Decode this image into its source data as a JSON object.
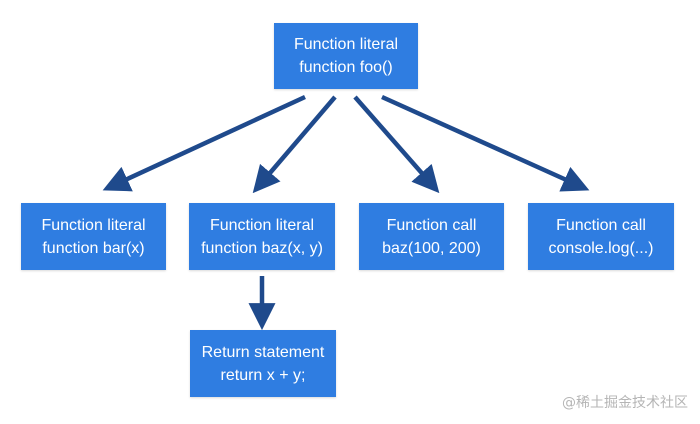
{
  "colors": {
    "node_fill": "#2f7de1",
    "node_text": "#ffffff",
    "edge": "#1f4a8c",
    "watermark": "#b5b5b5"
  },
  "nodes": {
    "root": {
      "line1": "Function literal",
      "line2": "function foo()"
    },
    "bar": {
      "line1": "Function literal",
      "line2": "function bar(x)"
    },
    "baz": {
      "line1": "Function literal",
      "line2": "function baz(x, y)"
    },
    "call_baz": {
      "line1": "Function call",
      "line2": "baz(100, 200)"
    },
    "call_log": {
      "line1": "Function call",
      "line2": "console.log(...)"
    },
    "return": {
      "line1": "Return statement",
      "line2": "return x + y;"
    }
  },
  "edges": [
    {
      "from": "root",
      "to": "bar"
    },
    {
      "from": "root",
      "to": "baz"
    },
    {
      "from": "root",
      "to": "call_baz"
    },
    {
      "from": "root",
      "to": "call_log"
    },
    {
      "from": "baz",
      "to": "return"
    }
  ],
  "watermark": "@稀土掘金技术社区"
}
